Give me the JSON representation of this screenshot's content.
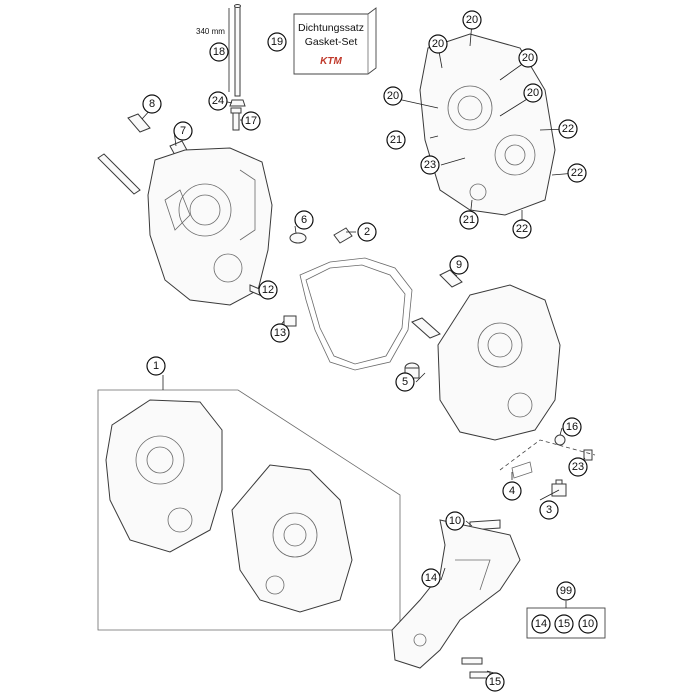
{
  "measurement_label": "340 mm",
  "gasket_set": {
    "line1": "Dichtungssatz",
    "line2": "Gasket-Set",
    "logo_text": "KTM"
  },
  "kit_callouts": {
    "kit_number": "99",
    "contents": [
      "14",
      "15",
      "10"
    ]
  },
  "callouts": [
    {
      "id": "c1",
      "label": "1"
    },
    {
      "id": "c2",
      "label": "2"
    },
    {
      "id": "c3",
      "label": "3"
    },
    {
      "id": "c4",
      "label": "4"
    },
    {
      "id": "c5",
      "label": "5"
    },
    {
      "id": "c6",
      "label": "6"
    },
    {
      "id": "c7",
      "label": "7"
    },
    {
      "id": "c8",
      "label": "8"
    },
    {
      "id": "c9",
      "label": "9"
    },
    {
      "id": "c10",
      "label": "10"
    },
    {
      "id": "c12",
      "label": "12"
    },
    {
      "id": "c13",
      "label": "13"
    },
    {
      "id": "c14",
      "label": "14"
    },
    {
      "id": "c15",
      "label": "15"
    },
    {
      "id": "c16",
      "label": "16"
    },
    {
      "id": "c17",
      "label": "17"
    },
    {
      "id": "c18",
      "label": "18"
    },
    {
      "id": "c19",
      "label": "19"
    },
    {
      "id": "c20a",
      "label": "20"
    },
    {
      "id": "c20b",
      "label": "20"
    },
    {
      "id": "c20c",
      "label": "20"
    },
    {
      "id": "c20d",
      "label": "20"
    },
    {
      "id": "c20e",
      "label": "20"
    },
    {
      "id": "c21a",
      "label": "21"
    },
    {
      "id": "c21b",
      "label": "21"
    },
    {
      "id": "c22a",
      "label": "22"
    },
    {
      "id": "c22b",
      "label": "22"
    },
    {
      "id": "c22c",
      "label": "22"
    },
    {
      "id": "c23a",
      "label": "23"
    },
    {
      "id": "c23b",
      "label": "23"
    },
    {
      "id": "c24",
      "label": "24"
    }
  ]
}
